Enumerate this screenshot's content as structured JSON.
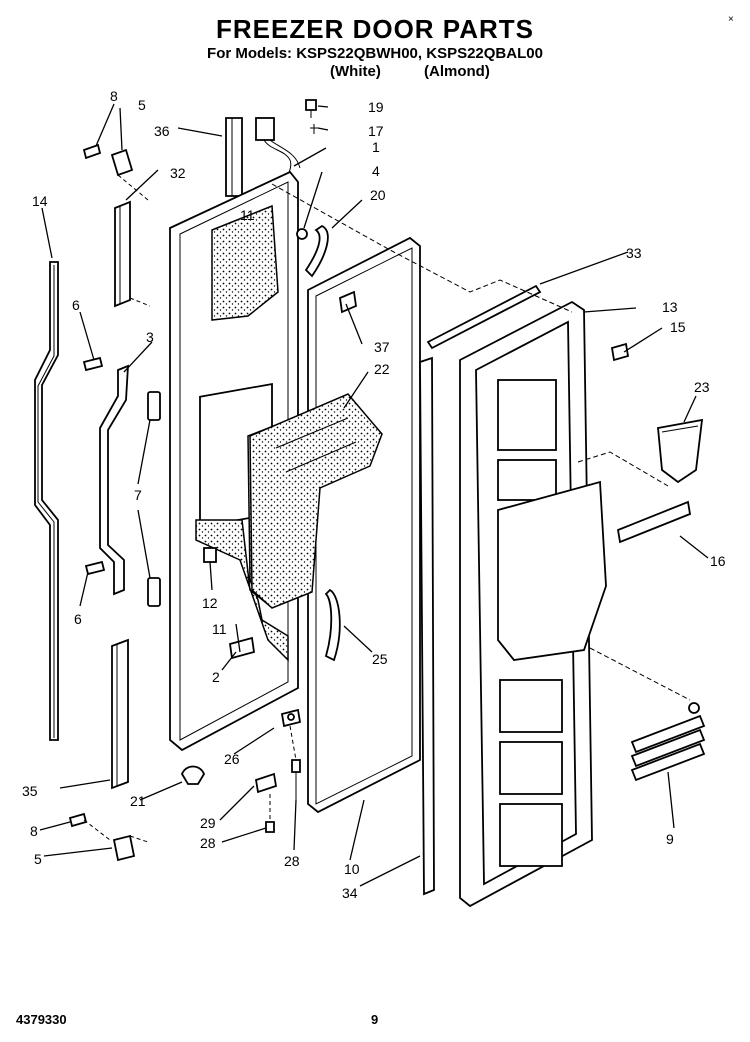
{
  "header": {
    "title": "FREEZER DOOR PARTS",
    "models": "For Models: KSPS22QBWH00, KSPS22QBAL00",
    "variant_white": "(White)",
    "variant_almond": "(Almond)"
  },
  "footer": {
    "doc_number": "4379330",
    "page_number": "9",
    "corner_mark": "×"
  },
  "callouts": {
    "c8a": "8",
    "c5a": "5",
    "c36": "36",
    "c19": "19",
    "c17": "17",
    "c1": "1",
    "c4": "4",
    "c20": "20",
    "c32": "32",
    "c14": "14",
    "c11a": "11",
    "c33": "33",
    "c13": "13",
    "c15": "15",
    "c6a": "6",
    "c3": "3",
    "c37": "37",
    "c22": "22",
    "c23": "23",
    "c7": "7",
    "c16": "16",
    "c6b": "6",
    "c12": "12",
    "c11b": "11",
    "c25": "25",
    "c2": "2",
    "c26": "26",
    "c35": "35",
    "c21": "21",
    "c29": "29",
    "c9": "9",
    "c8b": "8",
    "c28a": "28",
    "c28b": "28",
    "c10": "10",
    "c5b": "5",
    "c34": "34"
  }
}
